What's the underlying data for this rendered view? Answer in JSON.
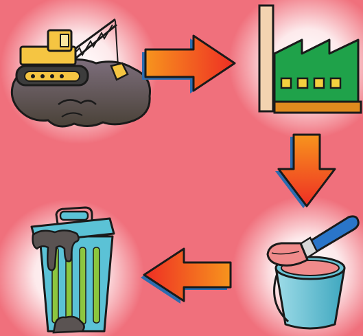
{
  "colors": {
    "background": "#F0707C",
    "glow": "#FFFFFF",
    "arrow_orange": "#F7941D",
    "arrow_red": "#EE2E24",
    "arrow_shadow": "#2B6CB0",
    "outline": "#1A1A1A",
    "excavator_yellow": "#F5C542",
    "dirt": "#5A5352",
    "factory_green": "#1FA24A",
    "factory_window": "#F4D03F",
    "factory_base": "#E08A1E",
    "chimney": "#F3D3B0",
    "paint_can": "#68C3D4",
    "paint_pink": "#F08B8B",
    "brush_blue": "#2A75C9",
    "trash_can": "#5BC2D6",
    "trash_stripe": "#8CC63F"
  },
  "diagram": {
    "nodes": [
      {
        "id": "mining",
        "icon": "excavator-icon"
      },
      {
        "id": "factory",
        "icon": "factory-icon"
      },
      {
        "id": "paint",
        "icon": "paint-can-icon"
      },
      {
        "id": "trash",
        "icon": "trash-can-icon"
      }
    ],
    "edges": [
      {
        "from": "mining",
        "to": "factory",
        "direction": "right"
      },
      {
        "from": "factory",
        "to": "paint",
        "direction": "down"
      },
      {
        "from": "paint",
        "to": "trash",
        "direction": "left"
      }
    ]
  }
}
